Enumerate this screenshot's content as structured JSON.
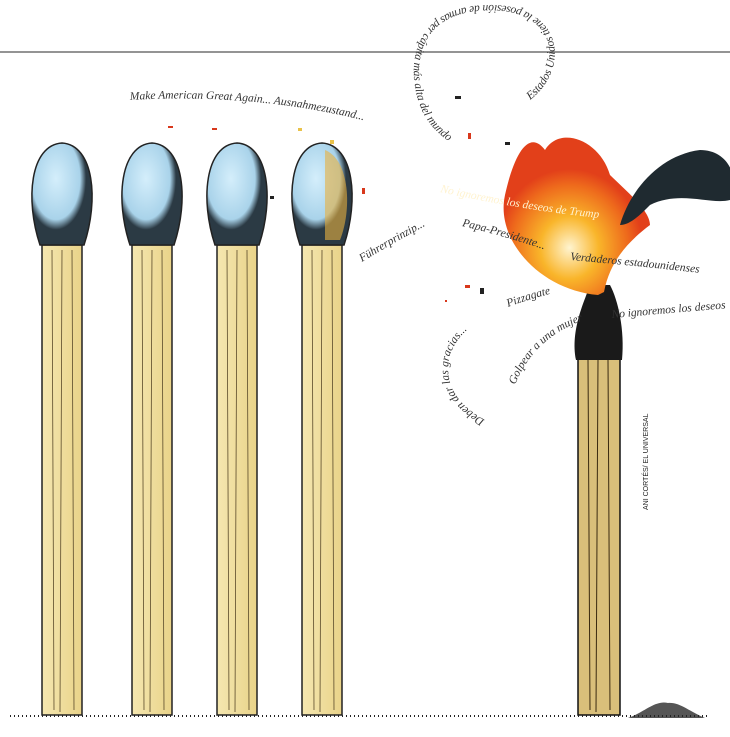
{
  "cartoon": {
    "phrases": {
      "maga": "Make American Great Again... Ausnahmezustand...",
      "spiral": "Estados Unidos tiene la posesión de armas per cápita más alta del mundo",
      "trump_wishes": "No ignoremos los deseos de Trump",
      "fuhrer": "Führerprinzip...",
      "papa": "Papa-Presidente...",
      "true_americans": "Verdaderos estadounidenses",
      "pizzagate": "Pizzagate",
      "hit_woman": "Golpear a una mujer",
      "wishes_repeat": "No ignoremos los deseos de",
      "thanks": "Deben dar las gracias..."
    },
    "credit": "ANI CORTÉS/ EL UNIVERSAL",
    "colors": {
      "match_head": "#bfe3f5",
      "stick": "#f3e3a6",
      "flame": "#f7a21b",
      "flame_red": "#e8411c",
      "ink": "#1a1a1a"
    }
  }
}
